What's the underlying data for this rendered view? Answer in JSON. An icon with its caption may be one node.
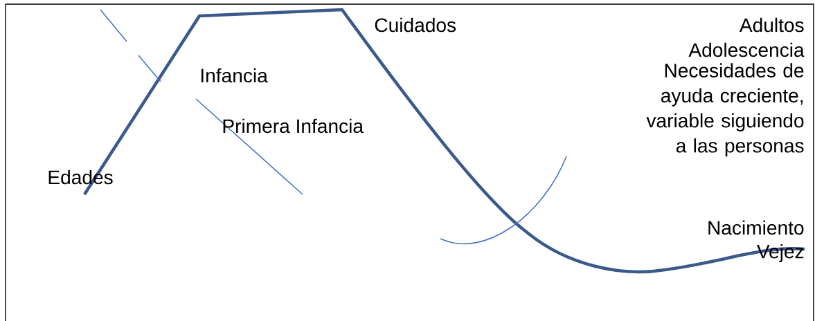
{
  "diagram": {
    "labels": [
      "Cuidados",
      "Adultos",
      "Adolescencia",
      "Necesidades de ayuda creciente, variable siguiendo a las personas",
      "Nacimiento",
      "Vejez",
      "Infancia",
      "Primera Infancia",
      "Edades"
    ]
  }
}
